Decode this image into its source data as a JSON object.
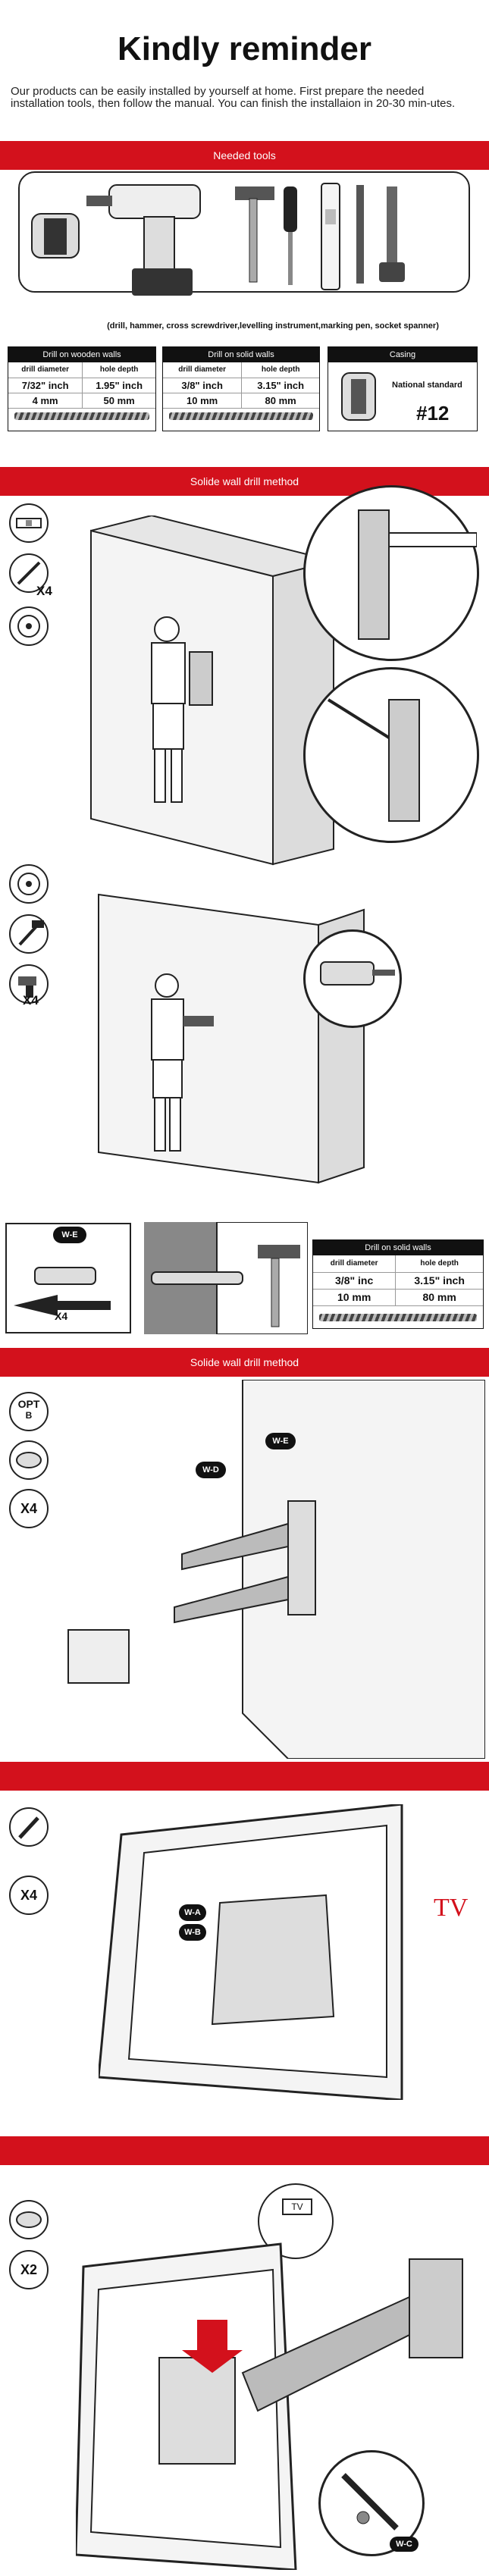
{
  "header": {
    "title": "Kindly reminder",
    "intro": "Our products can be easily installed by yourself at home. First prepare the needed installation tools, then follow the manual. You can finish the installaion in 20-30 min-utes."
  },
  "sections": {
    "tools": "Needed tools",
    "solid_wall_1": "Solide wall drill method",
    "solid_wall_2": "Solide wall drill method"
  },
  "tools_caption": "(drill, hammer, cross screwdriver,levelling instrument,marking pen, socket spanner)",
  "wood_table": {
    "title": "Drill on wooden walls",
    "headers": [
      "drill diameter",
      "hole depth"
    ],
    "rows": [
      [
        "7/32\" inch",
        "1.95\" inch"
      ],
      [
        "4 mm",
        "50 mm"
      ]
    ]
  },
  "solid_table": {
    "title": "Drill on solid walls",
    "headers": [
      "drill diameter",
      "hole depth"
    ],
    "rows": [
      [
        "3/8\" inch",
        "3.15\" inch"
      ],
      [
        "10 mm",
        "80 mm"
      ]
    ]
  },
  "casing": {
    "title": "Casing",
    "standard": "National standard",
    "number": "#12"
  },
  "solid_table_2": {
    "title": "Drill on solid walls",
    "headers": [
      "drill diameter",
      "hole depth"
    ],
    "rows": [
      [
        "3/8\" inc",
        "3.15\" inch"
      ],
      [
        "10 mm",
        "80 mm"
      ]
    ]
  },
  "labels": {
    "x4": "X4",
    "x2": "X2",
    "opt": "OPT",
    "opt_b": "B",
    "we": "W-E",
    "wd": "W-D",
    "wa": "W-A",
    "wb": "W-B",
    "wc": "W-C",
    "tv": "TV",
    "tv_small": "TV"
  },
  "colors": {
    "accent": "#d3111c"
  }
}
